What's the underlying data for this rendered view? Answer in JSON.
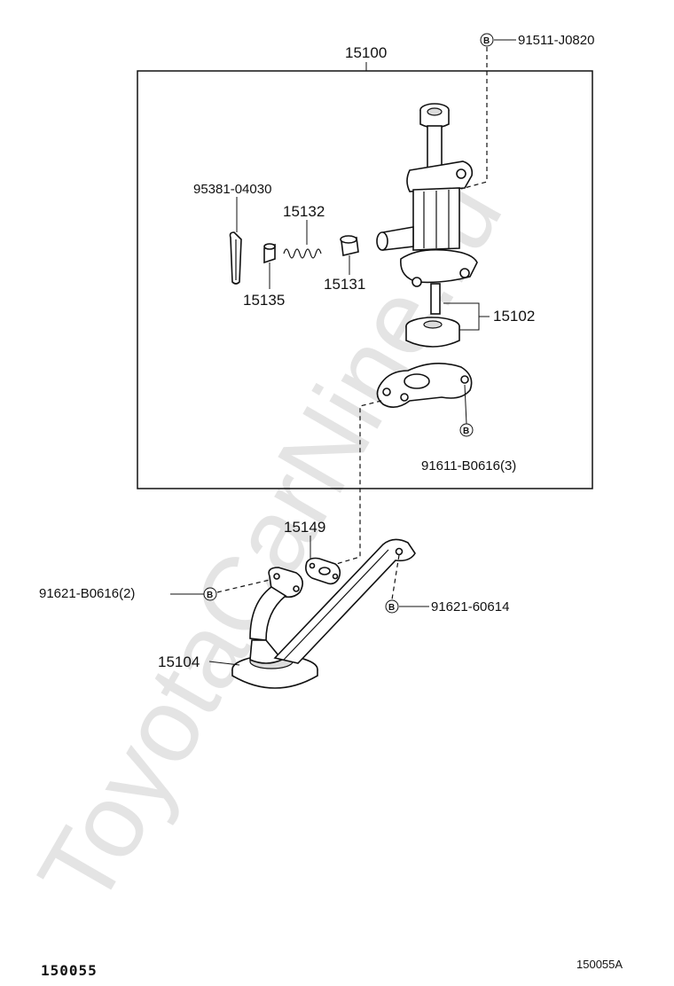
{
  "watermark": "ToyotaCarNine.ru",
  "marker": "B",
  "labels": {
    "p15100": "15100",
    "p91511": "91511-J0820",
    "p95381": "95381-04030",
    "p15132": "15132",
    "p15131": "15131",
    "p15135": "15135",
    "p15102": "15102",
    "p91611": "91611-B0616(3)",
    "p15149": "15149",
    "p91621a": "91621-B0616(2)",
    "p91621b": "91621-60614",
    "p15104": "15104"
  },
  "footer": {
    "left_code": "150055",
    "right_code": "150055A"
  }
}
